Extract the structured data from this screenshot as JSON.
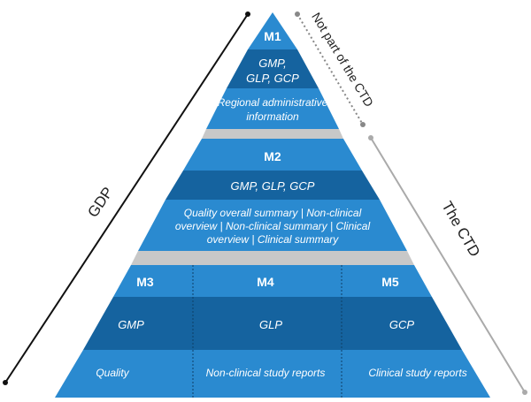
{
  "colors": {
    "light_band": "#2a8ad0",
    "dark_band": "#15639f",
    "separator": "#c8c8c8",
    "text": "#ffffff",
    "side_label": "#222222",
    "line_solid": "#111111",
    "line_dotted": "#888888",
    "line_gray": "#aaaaaa"
  },
  "pyramid": {
    "m1": {
      "title": "M1",
      "practices_line1": "GMP,",
      "practices_line2": "GLP, GCP",
      "content_line1": "Regional administrative",
      "content_line2": "information"
    },
    "m2": {
      "title": "M2",
      "practices": "GMP, GLP, GCP",
      "content_line1": "Quality overall summary | Non-clinical",
      "content_line2": "overview | Non-clinical summary | Clinical",
      "content_line3": "overview | Clinical summary"
    },
    "bottom": [
      {
        "title": "M3",
        "practice": "GMP",
        "content": "Quality"
      },
      {
        "title": "M4",
        "practice": "GLP",
        "content": "Non-clinical study reports"
      },
      {
        "title": "M5",
        "practice": "GCP",
        "content": "Clinical study reports"
      }
    ]
  },
  "side_labels": {
    "left": "GDP",
    "right_upper": "Not part of the CTD",
    "right_lower": "The CTD"
  }
}
